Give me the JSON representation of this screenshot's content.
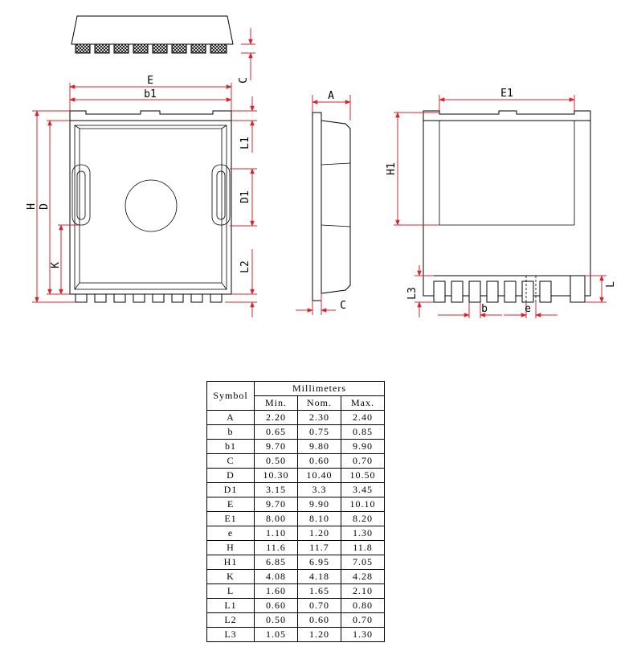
{
  "labels": {
    "top_view": {
      "C": "C"
    },
    "front_view": {
      "E": "E",
      "b1": "b1",
      "H": "H",
      "D": "D",
      "K": "K",
      "L1": "L1",
      "D1": "D1",
      "L2": "L2"
    },
    "side_view": {
      "A": "A",
      "C": "C"
    },
    "back_view": {
      "E1": "E1",
      "H1": "H1",
      "L3": "L3",
      "L": "L",
      "b": "b",
      "e": "e"
    }
  },
  "table": {
    "symbol_header": "Symbol",
    "unit_header": "Millimeters",
    "subheaders": [
      "Min.",
      "Nom.",
      "Max."
    ],
    "rows": [
      {
        "symbol": "A",
        "min": "2.20",
        "nom": "2.30",
        "max": "2.40"
      },
      {
        "symbol": "b",
        "min": "0.65",
        "nom": "0.75",
        "max": "0.85"
      },
      {
        "symbol": "b1",
        "min": "9.70",
        "nom": "9.80",
        "max": "9.90"
      },
      {
        "symbol": "C",
        "min": "0.50",
        "nom": "0.60",
        "max": "0.70"
      },
      {
        "symbol": "D",
        "min": "10.30",
        "nom": "10.40",
        "max": "10.50"
      },
      {
        "symbol": "D1",
        "min": "3.15",
        "nom": "3.3",
        "max": "3.45"
      },
      {
        "symbol": "E",
        "min": "9.70",
        "nom": "9.90",
        "max": "10.10"
      },
      {
        "symbol": "E1",
        "min": "8.00",
        "nom": "8.10",
        "max": "8.20"
      },
      {
        "symbol": "e",
        "min": "1.10",
        "nom": "1.20",
        "max": "1.30"
      },
      {
        "symbol": "H",
        "min": "11.6",
        "nom": "11.7",
        "max": "11.8"
      },
      {
        "symbol": "H1",
        "min": "6.85",
        "nom": "6.95",
        "max": "7.05"
      },
      {
        "symbol": "K",
        "min": "4.08",
        "nom": "4.18",
        "max": "4.28"
      },
      {
        "symbol": "L",
        "min": "1.60",
        "nom": "1.65",
        "max": "2.10"
      },
      {
        "symbol": "L1",
        "min": "0.60",
        "nom": "0.70",
        "max": "0.80"
      },
      {
        "symbol": "L2",
        "min": "0.50",
        "nom": "0.60",
        "max": "0.70"
      },
      {
        "symbol": "L3",
        "min": "1.05",
        "nom": "1.20",
        "max": "1.30"
      }
    ]
  }
}
